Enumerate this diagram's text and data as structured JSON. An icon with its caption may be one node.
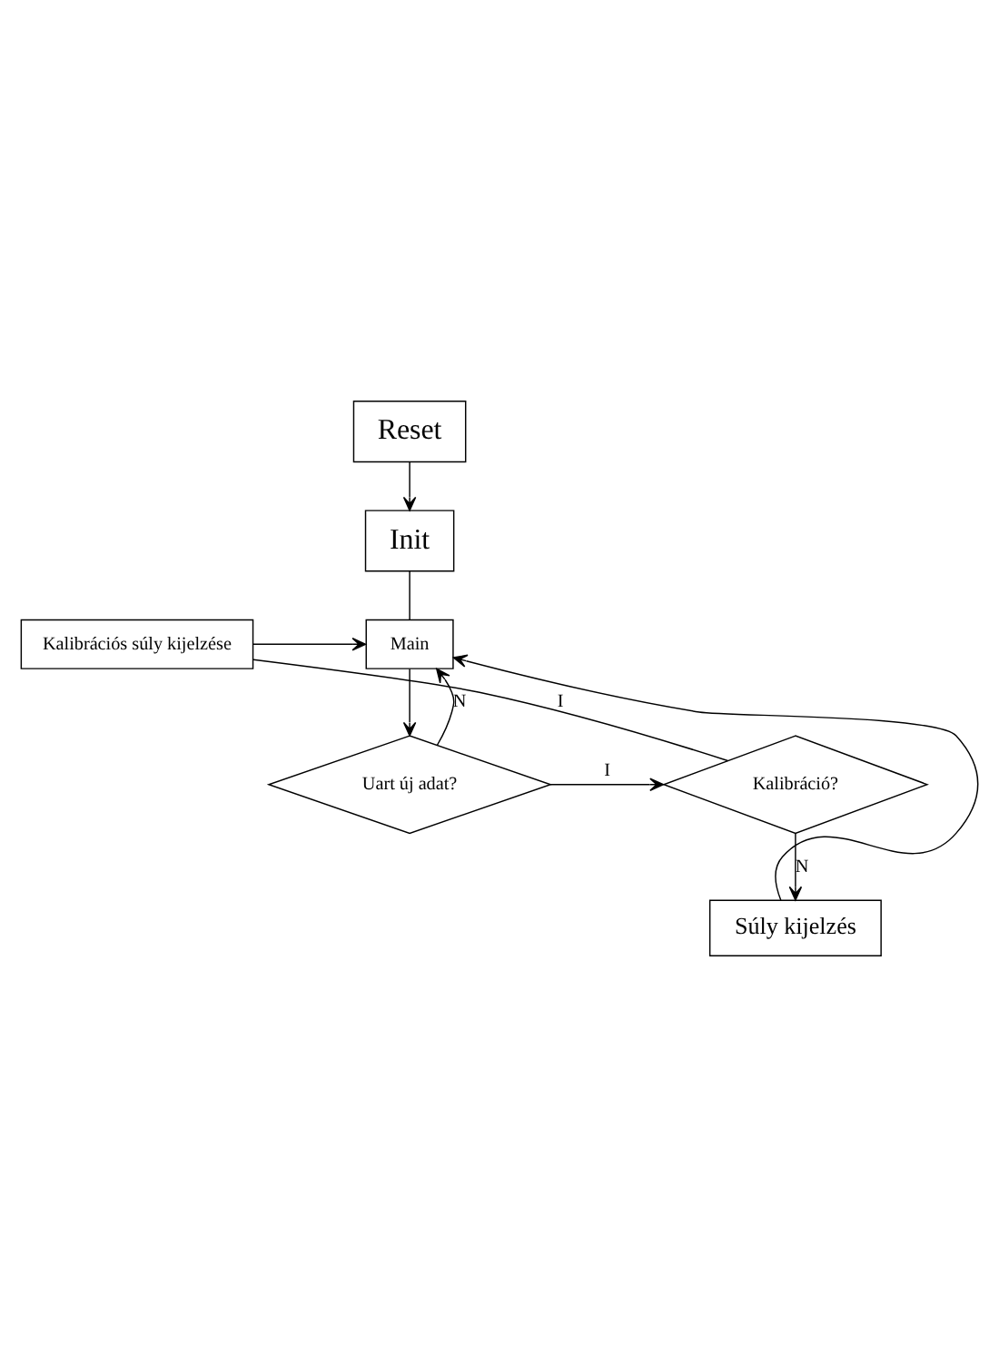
{
  "diagram": {
    "nodes": [
      {
        "text": [
          "Reset"
        ]
      },
      {
        "text": [
          "Init"
        ]
      },
      {
        "text": [
          "Main"
        ]
      },
      {
        "text": [
          "Kalibrációs súly kijelzése"
        ]
      },
      {
        "text": [
          "Uart új adat?"
        ]
      },
      {
        "text": [
          "Kalibráció?"
        ]
      },
      {
        "text": [
          "Súly kijelzés"
        ]
      }
    ],
    "edges": [
      {
        "from": 0,
        "to": 1,
        "arrow": "to"
      },
      {
        "from": 1,
        "to": 2,
        "arrow": "none"
      },
      {
        "from": 2,
        "to": 4,
        "arrow": "to"
      },
      {
        "from": 4,
        "to": 2,
        "arrow": "to",
        "label": "N"
      },
      {
        "from": 4,
        "to": 5,
        "arrow": "to",
        "label": "I"
      },
      {
        "from": 5,
        "to": 3,
        "arrow": "none",
        "label": "I"
      },
      {
        "from": 3,
        "to": 2,
        "arrow": "to"
      },
      {
        "from": 5,
        "to": 6,
        "arrow": "to",
        "label": "N"
      },
      {
        "from": 6,
        "to": 2,
        "arrow": "to"
      }
    ]
  }
}
